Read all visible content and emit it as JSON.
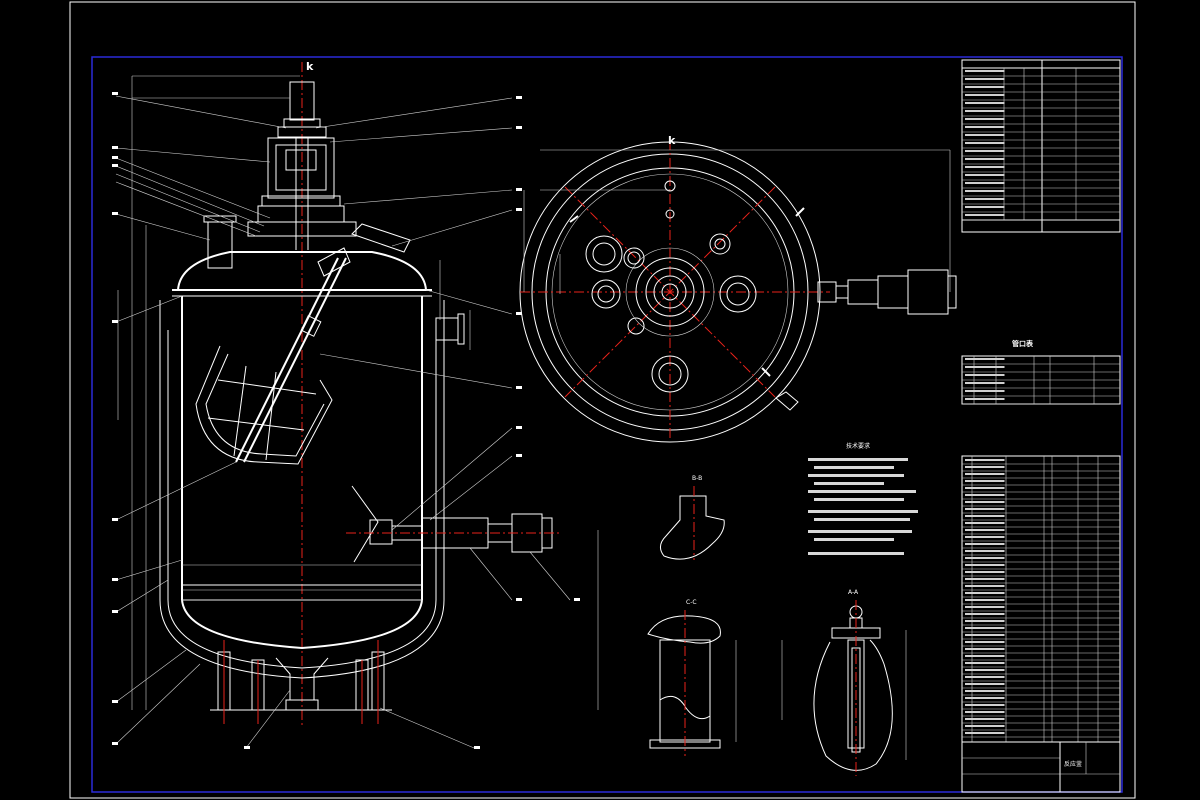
{
  "section_mark_main": "k",
  "section_mark_top": "k",
  "view_label_bb": "B-B",
  "view_label_cc": "C-C",
  "view_label_aa": "A-A",
  "tech_requirements_title": "技术要求",
  "nozzle_table_title": "管口表",
  "drawing_title": "反应釜",
  "colors": {
    "outline": "#ffffff",
    "centerline": "#e8221a",
    "border": "#2a2ad8",
    "text": "#ffffff"
  }
}
